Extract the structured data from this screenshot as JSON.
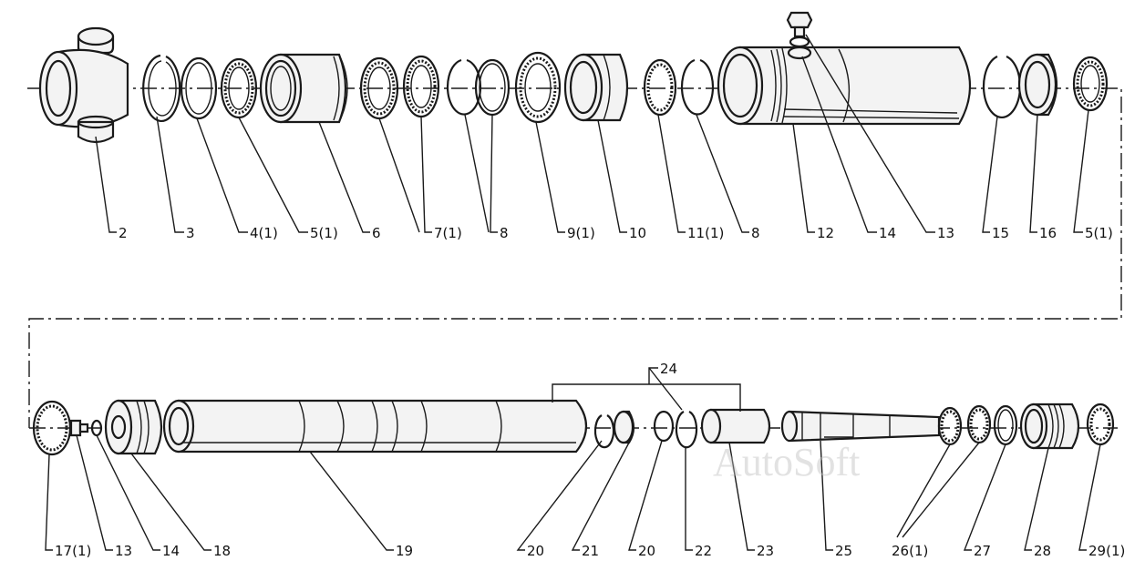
{
  "watermark": "AutoSoft",
  "row1_labels": [
    "2",
    "3",
    "4(1)",
    "5(1)",
    "6",
    "7(1)",
    "8",
    "9(1)",
    "10",
    "11(1)",
    "8",
    "12",
    "14",
    "13",
    "15",
    "16",
    "5(1)"
  ],
  "row2_labels": [
    "17(1)",
    "13",
    "14",
    "18",
    "19",
    "24",
    "20",
    "21",
    "20",
    "22",
    "23",
    "25",
    "26(1)",
    "27",
    "28",
    "29(1)"
  ],
  "colors": {
    "ink": "#1a1a1a",
    "paper": "#ffffff",
    "watermark": "#bfbfbf"
  }
}
